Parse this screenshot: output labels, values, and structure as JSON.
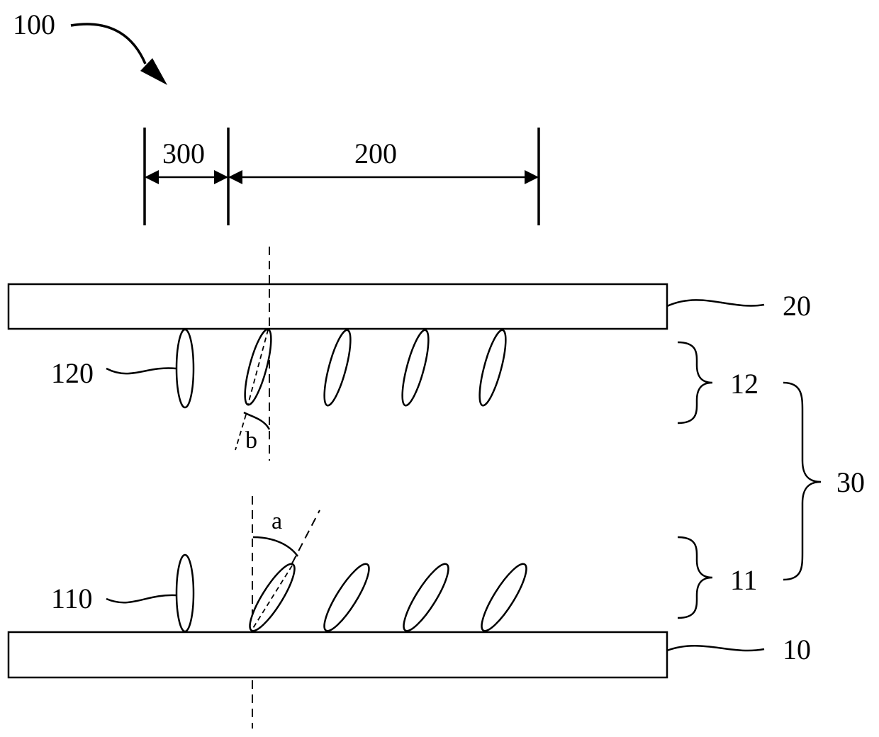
{
  "labels": {
    "device": "100",
    "region_small": "300",
    "region_large": "200",
    "top_substrate": "20",
    "bottom_substrate": "10",
    "upper_lc_layer": "12",
    "lower_lc_layer": "11",
    "lc_layer": "30",
    "upper_lc_molecule": "120",
    "lower_lc_molecule": "110",
    "angle_a": "a",
    "angle_b": "b"
  }
}
